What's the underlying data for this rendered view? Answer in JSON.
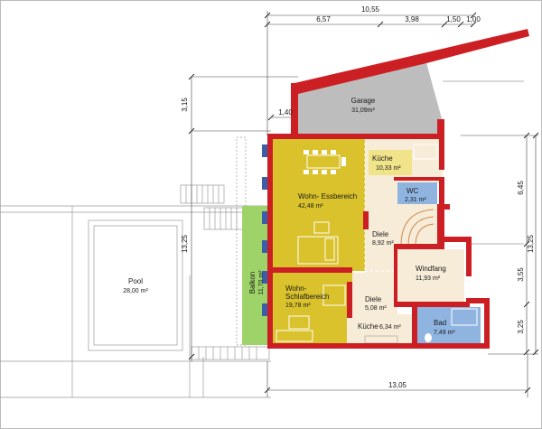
{
  "dimensions": {
    "top_total": "10,55",
    "top_a": "6,57",
    "top_b": "3,98",
    "top_c": "1,50",
    "top_d": "1,00",
    "left_upper": "3,15",
    "left_garage": "1,40",
    "left_total": "13,25",
    "right_a": "6,45",
    "right_b": "3,55",
    "right_c": "3,25",
    "right_total": "13,25",
    "bottom_total": "13,05"
  },
  "rooms": {
    "garage": {
      "name": "Garage",
      "area": "31,09m²"
    },
    "kueche_top": {
      "name": "Küche",
      "area": "10,33 m²"
    },
    "wohn_ess": {
      "name": "Wohn- Essbereich",
      "area": "42,48 m²"
    },
    "wc": {
      "name": "WC",
      "area": "2,31 m²"
    },
    "diele_top": {
      "name": "Diele",
      "area": "8,92 m²"
    },
    "windfang": {
      "name": "Windfang",
      "area": "11,93 m²"
    },
    "wohn_schlaf_1": {
      "name": "Wohn-"
    },
    "wohn_schlaf_2": {
      "name": "Schlafbereich",
      "area": "19,78 m²"
    },
    "diele_bottom": {
      "name": "Diele",
      "area": "5,08 m²"
    },
    "kueche_bottom": {
      "name": "Küche",
      "area": "6,34 m²"
    },
    "bad": {
      "name": "Bad",
      "area": "7,49 m²"
    },
    "balkon": {
      "name": "Balkon",
      "area": "11,70 m²"
    },
    "pool": {
      "name": "Pool",
      "area": "28,00 m²"
    }
  },
  "colors": {
    "living": "#d9c22b",
    "kitchen": "#f1e38a",
    "garage": "#bdbdbd",
    "wet": "#8fb4e0",
    "hall": "#f7ecd8",
    "balcony": "#9ed36a",
    "wall": "#cc1f24",
    "lines": "#9a9a9a"
  }
}
